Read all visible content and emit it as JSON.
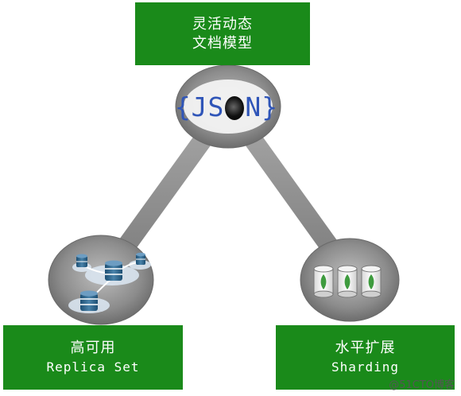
{
  "nodes": {
    "top": {
      "line1": "灵活动态",
      "line2": "文档模型"
    },
    "bottom_left": {
      "line1": "高可用",
      "line2": "Replica Set"
    },
    "bottom_right": {
      "line1": "水平扩展",
      "line2": "Sharding"
    }
  },
  "json_logo": {
    "prefix": "{JS",
    "suffix": "N}"
  },
  "watermark": "@51CTO博客",
  "colors": {
    "box_green": "#1a8a1a",
    "json_blue": "#2f55b8",
    "ring_gray": "#8a8a8a"
  },
  "icons": [
    "json-logo",
    "replica-set-databases-icon",
    "shard-cylinders-icon"
  ]
}
